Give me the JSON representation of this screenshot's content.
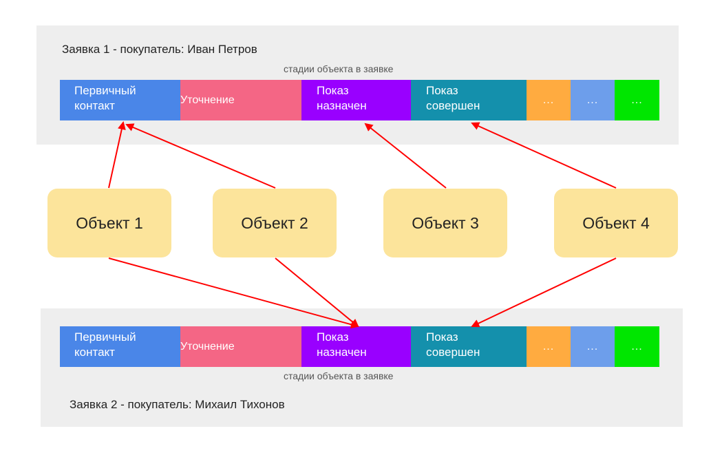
{
  "request1": {
    "title": "Заявка 1 - покупатель: Иван Петров",
    "caption": "стадии объекта в заявке",
    "stages": [
      {
        "label": "Первичный\nконтакт",
        "color": "#4a86e8"
      },
      {
        "label": "Уточнение",
        "color": "#f46685"
      },
      {
        "label": "Показ\nназначен",
        "color": "#9900ff"
      },
      {
        "label": "Показ\nсовершен",
        "color": "#1490ac"
      },
      {
        "label": "...",
        "color": "#ffab40"
      },
      {
        "label": "...",
        "color": "#6d9eeb"
      },
      {
        "label": "...",
        "color": "#00e600"
      }
    ]
  },
  "request2": {
    "title": "Заявка 2 - покупатель: Михаил Тихонов",
    "caption": "стадии объекта в заявке",
    "stages": [
      {
        "label": "Первичный\nконтакт",
        "color": "#4a86e8"
      },
      {
        "label": "Уточнение",
        "color": "#f46685"
      },
      {
        "label": "Показ\nназначен",
        "color": "#9900ff"
      },
      {
        "label": "Показ\nсовершен",
        "color": "#1490ac"
      },
      {
        "label": "...",
        "color": "#ffab40"
      },
      {
        "label": "...",
        "color": "#6d9eeb"
      },
      {
        "label": "...",
        "color": "#00e600"
      }
    ]
  },
  "objects": [
    {
      "label": "Объект 1"
    },
    {
      "label": "Объект 2"
    },
    {
      "label": "Объект 3"
    },
    {
      "label": "Объект 4"
    }
  ],
  "colors": {
    "panel_bg": "#eeeeee",
    "object_bg": "#fce49b",
    "arrow": "#ff0000"
  }
}
